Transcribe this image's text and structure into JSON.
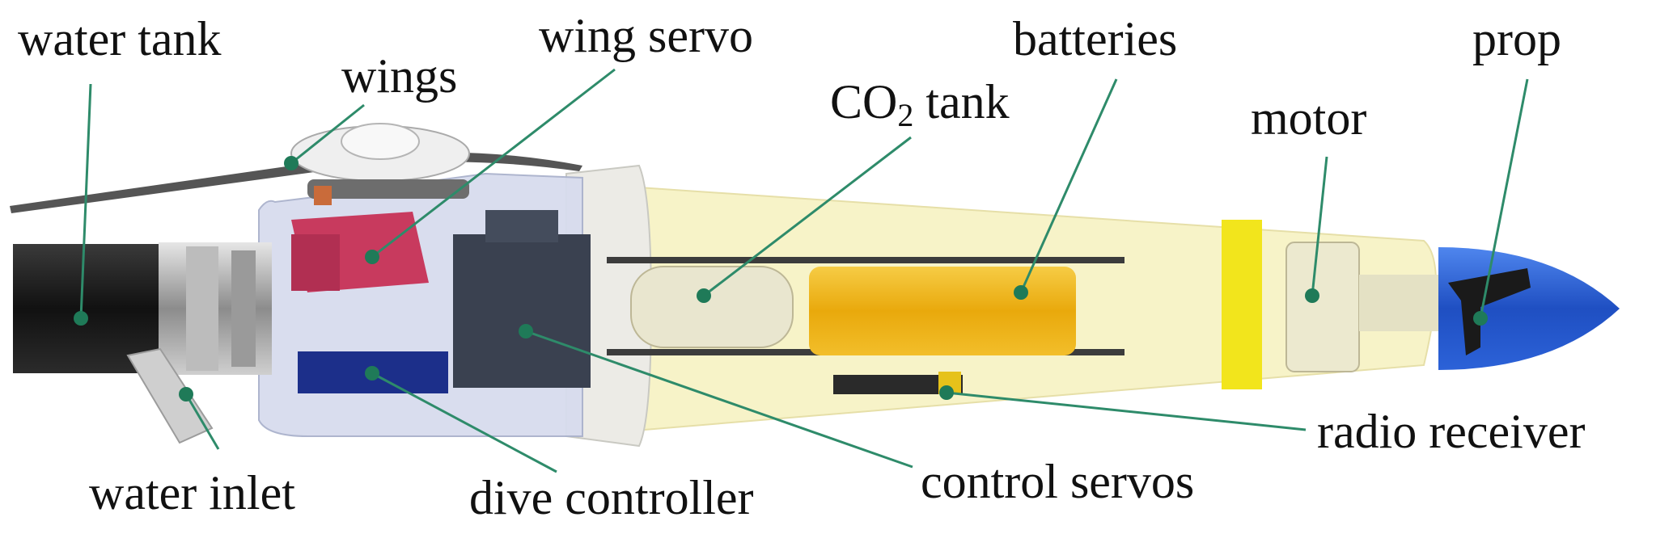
{
  "labels": {
    "water_tank": "water tank",
    "wings": "wings",
    "wing_servo": "wing servo",
    "batteries": "batteries",
    "prop": "prop",
    "co2_main": "CO",
    "co2_sub": "2",
    "co2_suffix": " tank",
    "motor": "motor",
    "radio_receiver": "radio receiver",
    "water_inlet": "water inlet",
    "dive_controller": "dive controller",
    "control_servos": "control servos"
  },
  "colors": {
    "leader_line": "#2e8b6a",
    "leader_dot": "#1f7a58",
    "nose_cone": "#2a5fd0",
    "battery": "#f2b81c",
    "fuselage": "#f7f3c8",
    "transparent_section": "#d8def0",
    "servo_red": "#c83a5e",
    "servo_dark": "#3a4150",
    "dive_controller_blue": "#1c2f8a",
    "water_tank_black": "#1a1a1a",
    "yellow_band": "#f2e51c"
  }
}
